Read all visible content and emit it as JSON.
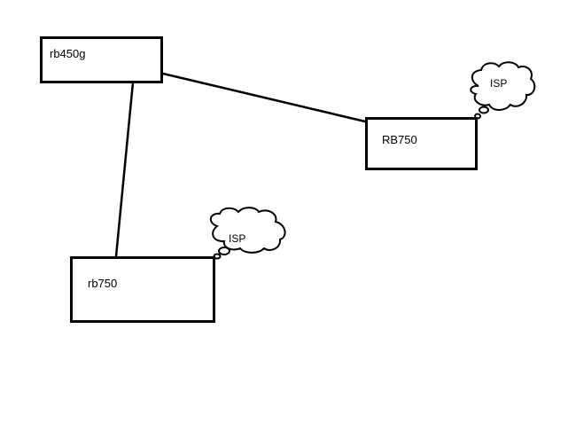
{
  "diagram": {
    "nodes": [
      {
        "id": "rb450g",
        "label": "rb450g"
      },
      {
        "id": "RB750",
        "label": "RB750"
      },
      {
        "id": "rb750",
        "label": "rb750"
      }
    ],
    "clouds": [
      {
        "attached_to": "RB750",
        "label": "ISP"
      },
      {
        "attached_to": "rb750",
        "label": "ISP"
      }
    ],
    "links": [
      {
        "from": "rb450g",
        "to": "RB750"
      },
      {
        "from": "rb450g",
        "to": "rb750"
      }
    ],
    "colors": {
      "stroke": "#000000",
      "background": "#ffffff"
    }
  }
}
